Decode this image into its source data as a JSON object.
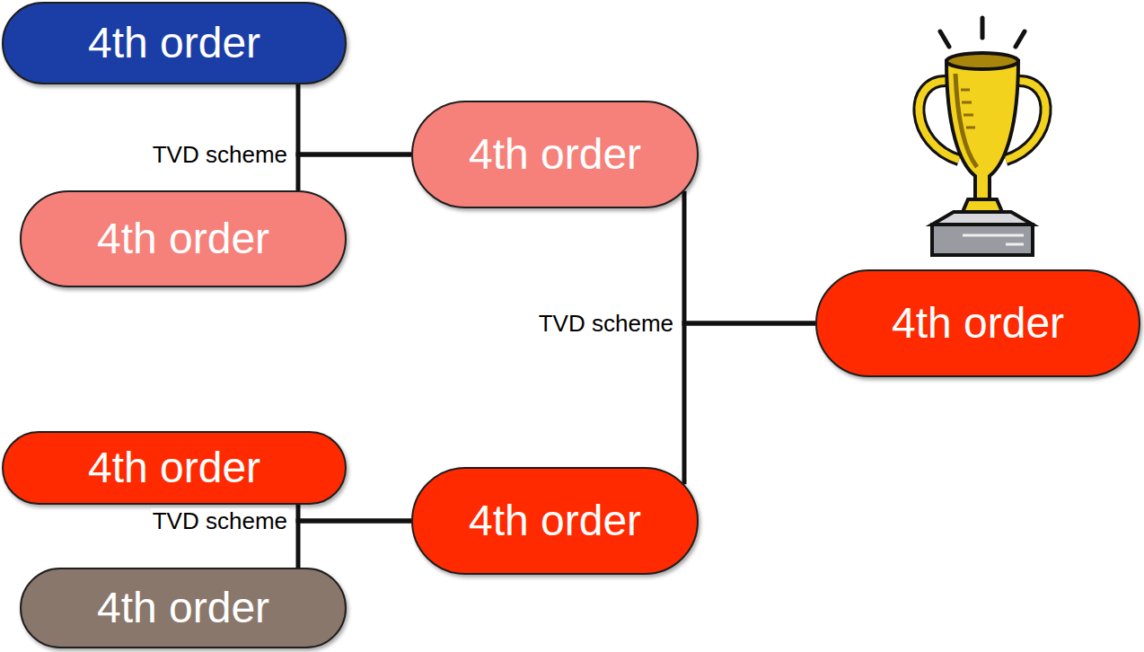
{
  "diagram": {
    "nodes": [
      {
        "text": [
          "4th order"
        ]
      },
      {
        "text": [
          "4th order"
        ]
      },
      {
        "text": [
          "4th order"
        ]
      },
      {
        "text": [
          "4th order"
        ]
      },
      {
        "text": [
          "4th order"
        ]
      },
      {
        "text": [
          "4th order"
        ]
      },
      {
        "text": [
          "4th order"
        ]
      }
    ],
    "edges": [
      {
        "from": 0,
        "to": 1,
        "arrow": "none",
        "label": "TVD scheme"
      },
      {
        "from": 2,
        "to": 1,
        "arrow": "none"
      },
      {
        "from": 1,
        "to": 3,
        "arrow": "none",
        "label": "TVD scheme"
      },
      {
        "from": 5,
        "to": 3,
        "arrow": "none"
      },
      {
        "from": 4,
        "to": 5,
        "arrow": "none",
        "label": "TVD scheme"
      },
      {
        "from": 6,
        "to": 5,
        "arrow": "none"
      }
    ]
  }
}
